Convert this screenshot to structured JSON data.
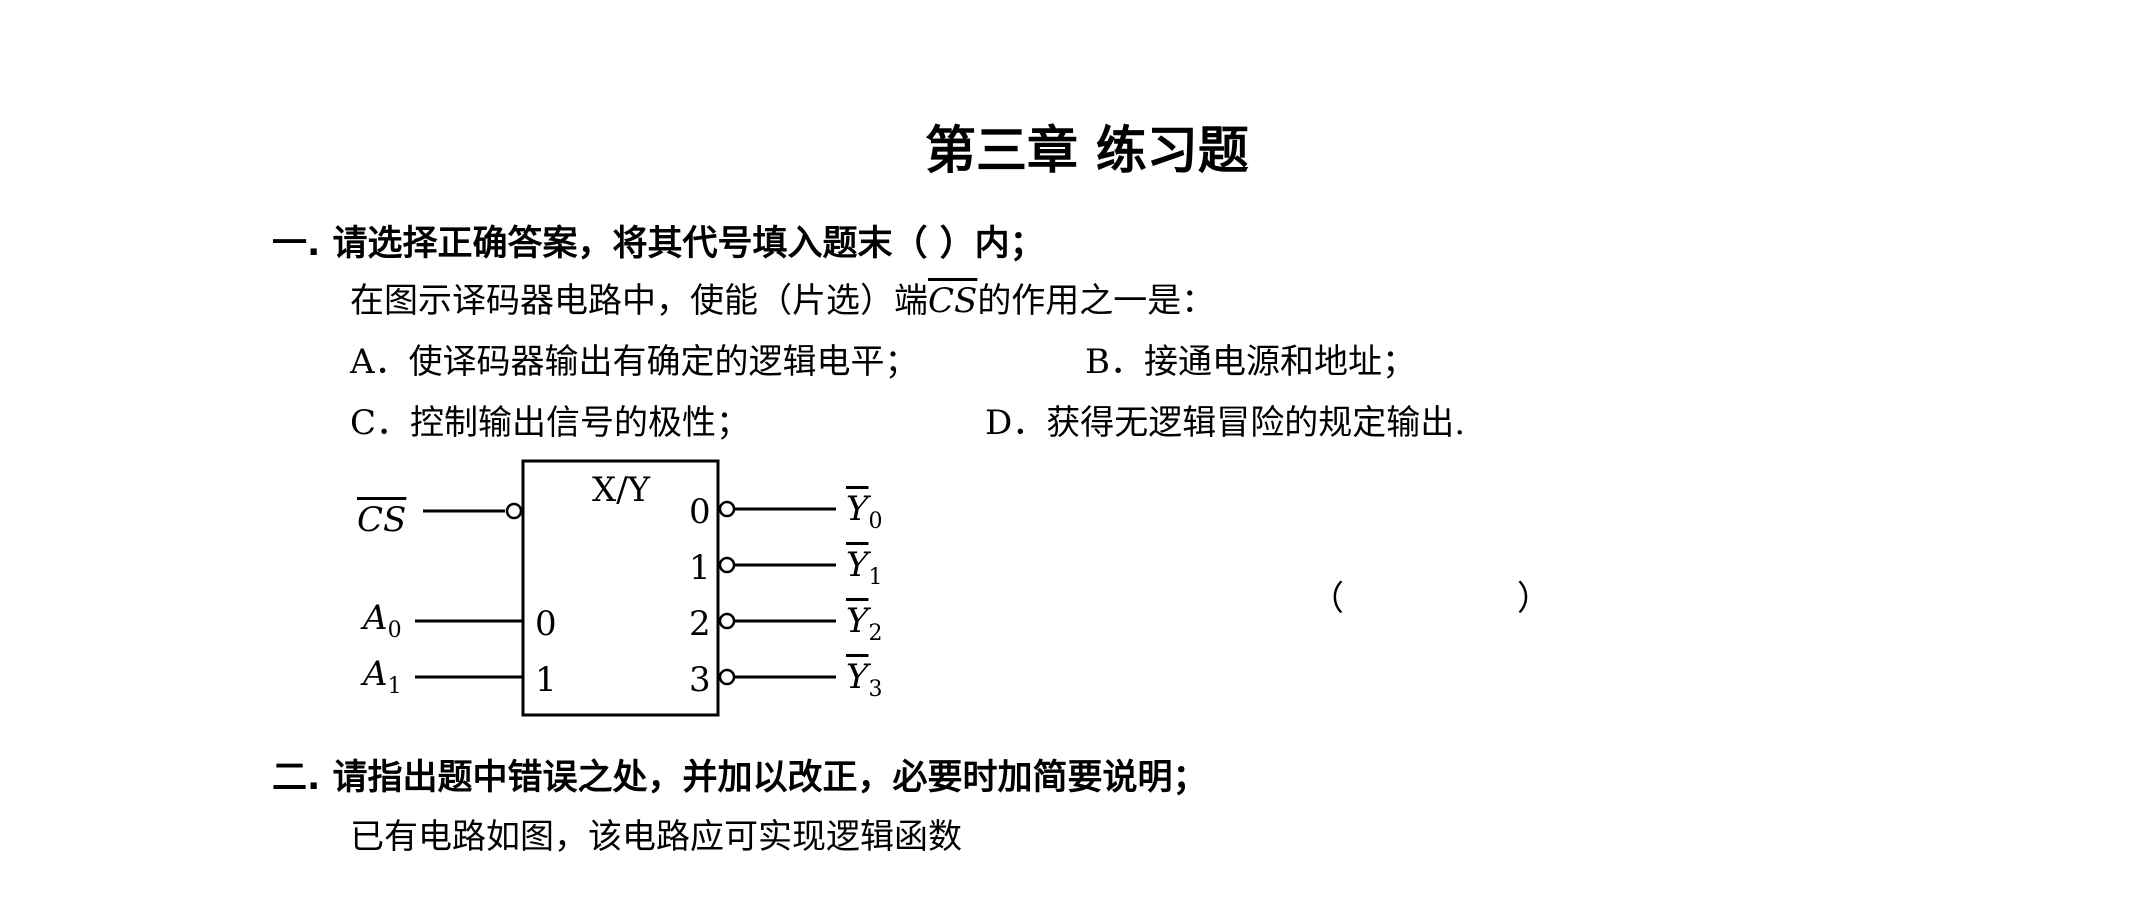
{
  "title": "第三章 练习题",
  "section1": {
    "heading": "一. 请选择正确答案，将其代号填入题末（ ）内；",
    "question_prefix": "在图示译码器电路中，使能（片选）端",
    "question_signal": "CS",
    "question_suffix": "的作用之一是：",
    "options": {
      "a": "A．使译码器输出有确定的逻辑电平；",
      "b": "B．接通电源和地址；",
      "c": "C．控制输出信号的极性；",
      "d": "D．获得无逻辑冒险的规定输出."
    },
    "answer_blank": "（                ）",
    "diagram": {
      "block_label": "X/Y",
      "enable_input": "CS",
      "inputs": [
        {
          "name": "A",
          "sub": "0",
          "pin": "0"
        },
        {
          "name": "A",
          "sub": "1",
          "pin": "1"
        }
      ],
      "outputs": [
        {
          "pin": "0",
          "name": "Y",
          "sub": "0"
        },
        {
          "pin": "1",
          "name": "Y",
          "sub": "1"
        },
        {
          "pin": "2",
          "name": "Y",
          "sub": "2"
        },
        {
          "pin": "3",
          "name": "Y",
          "sub": "3"
        }
      ]
    }
  },
  "section2": {
    "heading": "二. 请指出题中错误之处，并加以改正，必要时加简要说明；",
    "text": "已有电路如图，该电路应可实现逻辑函数"
  }
}
